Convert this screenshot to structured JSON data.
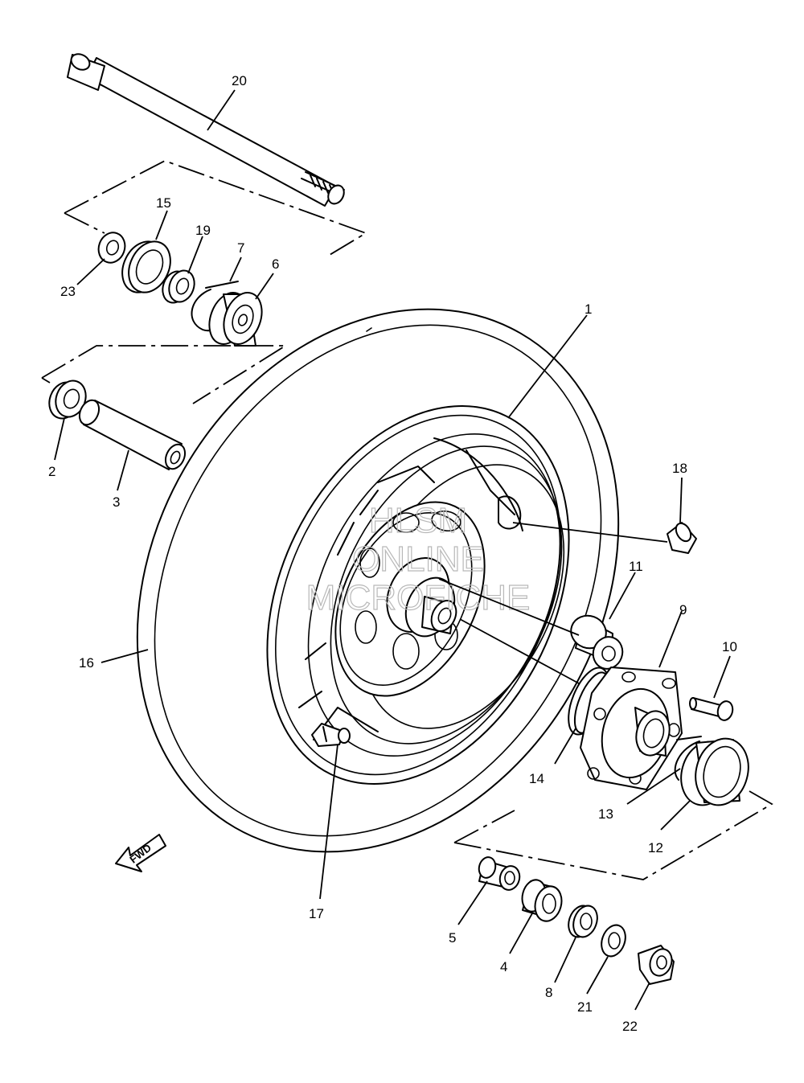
{
  "callouts": {
    "p1": "1",
    "p2": "2",
    "p3": "3",
    "p4": "4",
    "p5": "5",
    "p6": "6",
    "p7": "7",
    "p8": "8",
    "p9": "9",
    "p10": "10",
    "p11": "11",
    "p12": "12",
    "p13": "13",
    "p14": "14",
    "p15": "15",
    "p16": "16",
    "p17": "17",
    "p18": "18",
    "p19": "19",
    "p20": "20",
    "p21": "21",
    "p22": "22",
    "p23": "23"
  },
  "fwd_arrow_label": "FWD",
  "watermark": {
    "line1": "HLSM",
    "line2": "ONLINE",
    "line3": "MICROFICHE"
  },
  "colors": {
    "line": "#000000",
    "background": "#ffffff",
    "watermark": "#b8b8b8"
  }
}
